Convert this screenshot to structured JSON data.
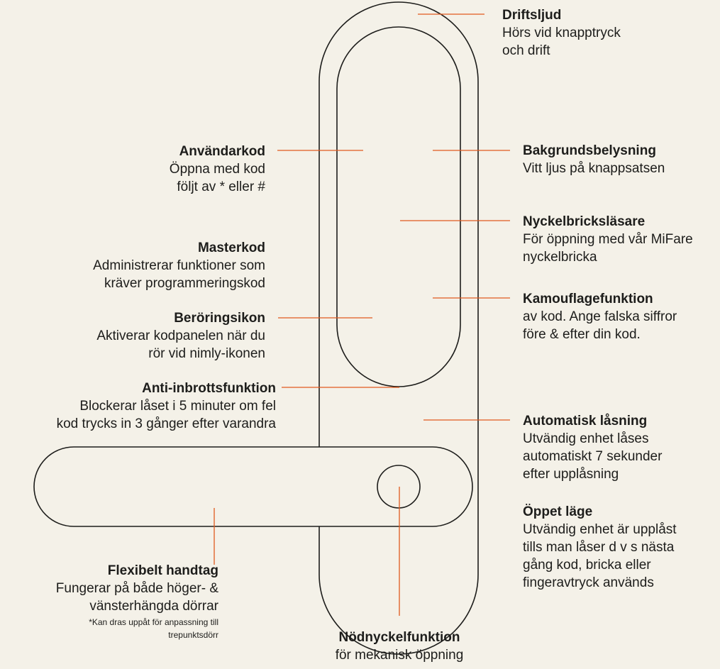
{
  "colors": {
    "background": "#f4f1e8",
    "outline": "#1d1d1b",
    "leader": "#e05a1e"
  },
  "labels": {
    "driftsljud": {
      "title": "Driftsljud",
      "desc": [
        "Hörs vid knapptryck",
        "och drift"
      ]
    },
    "anvandarkod": {
      "title": "Användarkod",
      "desc": [
        "Öppna med kod",
        "följt av * eller #"
      ]
    },
    "bakgrundsbelysning": {
      "title": "Bakgrundsbelysning",
      "desc": [
        "Vitt ljus på knappsatsen"
      ]
    },
    "nyckelbrickslasare": {
      "title": "Nyckelbricksläsare",
      "desc": [
        "För öppning med vår MiFare",
        "nyckelbricka"
      ]
    },
    "masterkod": {
      "title": "Masterkod",
      "desc": [
        "Administrerar funktioner som",
        "kräver programmeringskod"
      ]
    },
    "kamouflage": {
      "title": "Kamouflagefunktion",
      "desc": [
        "av kod. Ange falska siffror",
        "före & efter din kod."
      ]
    },
    "beroringsikon": {
      "title": "Beröringsikon",
      "desc": [
        "Aktiverar kodpanelen när du",
        "rör vid nimly-ikonen"
      ]
    },
    "antiinbrott": {
      "title": "Anti-inbrottsfunktion",
      "desc": [
        "Blockerar låset i 5 minuter om fel",
        "kod trycks in 3 gånger efter varandra"
      ]
    },
    "automatisk": {
      "title": "Automatisk låsning",
      "desc": [
        "Utvändig enhet låses",
        "automatiskt 7 sekunder",
        "efter upplåsning"
      ]
    },
    "oppet": {
      "title": "Öppet läge",
      "desc": [
        "Utvändig enhet är upplåst",
        "tills man låser d v s nästa",
        "gång kod, bricka eller",
        "fingeravtryck används"
      ]
    },
    "handtag": {
      "title": "Flexibelt handtag",
      "desc": [
        "Fungerar på både höger- &",
        "vänsterhängda dörrar"
      ],
      "note": [
        "*Kan dras uppåt för anpassning till",
        "trepunktsdörr"
      ]
    },
    "nodnyckel": {
      "title": "Nödnyckelfunktion",
      "desc": [
        "för mekanisk öppning"
      ]
    }
  }
}
